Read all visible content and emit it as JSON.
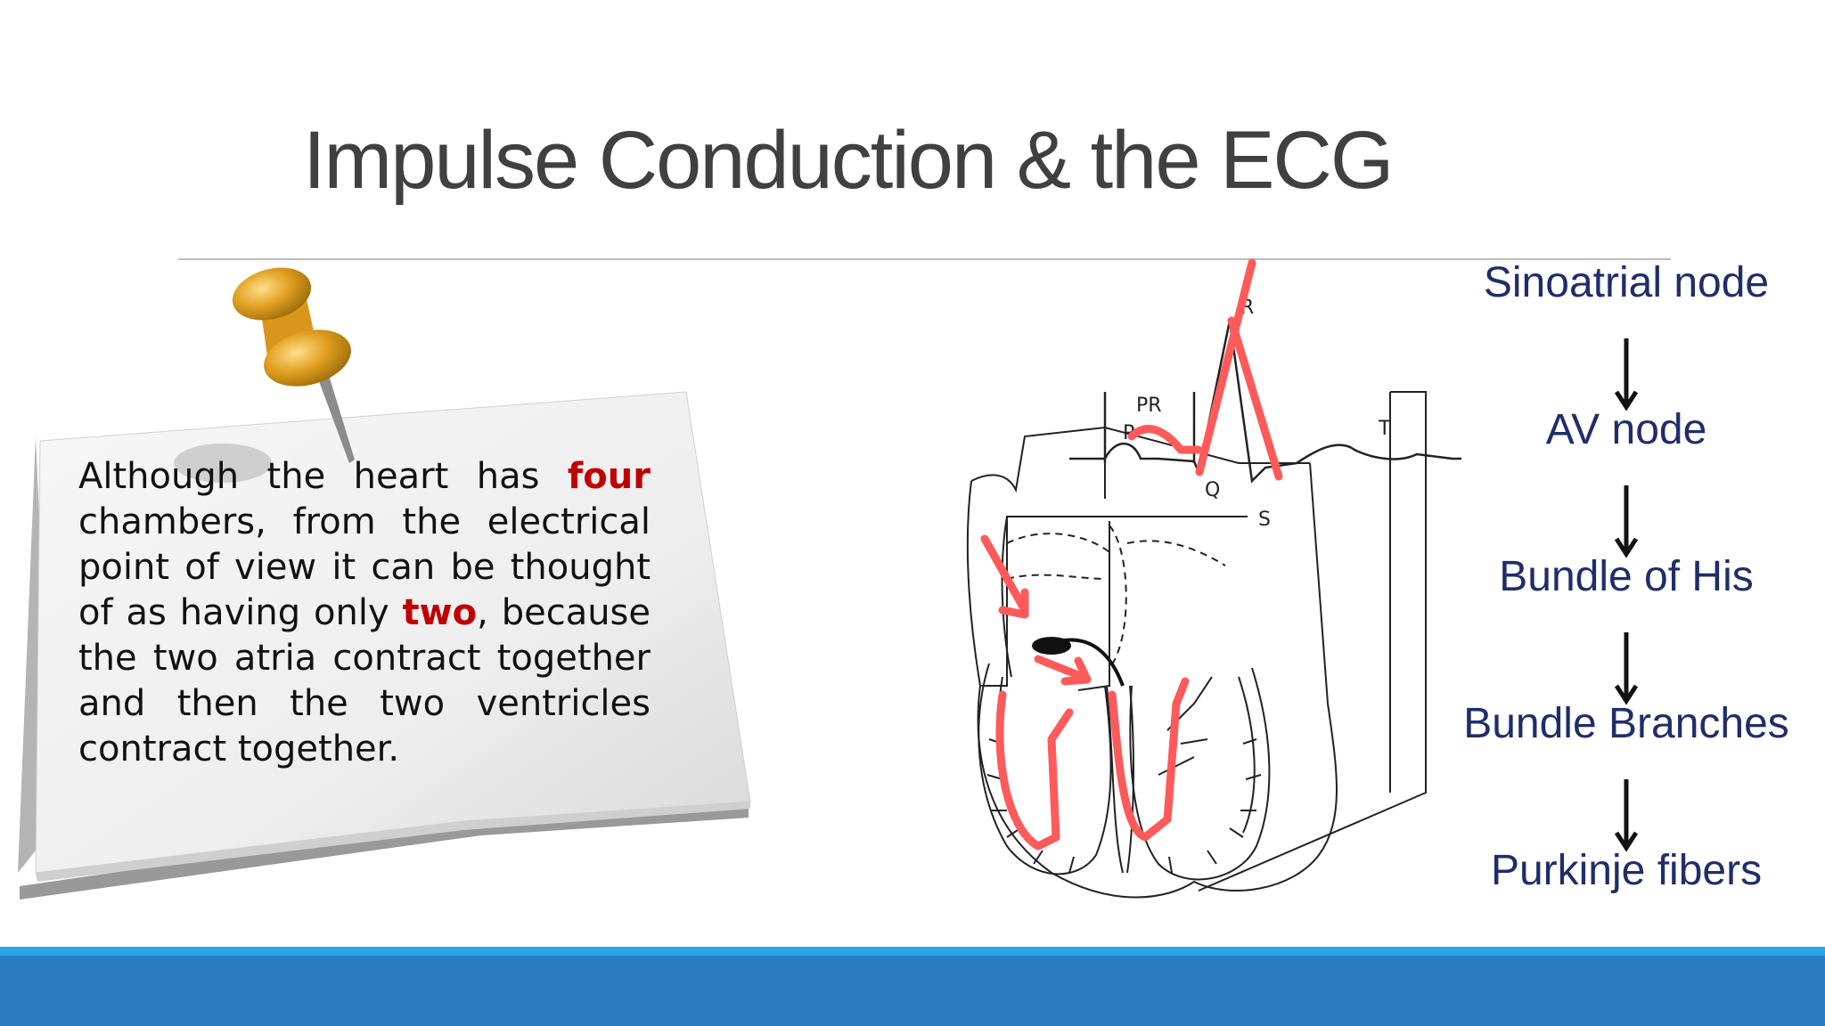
{
  "slide": {
    "title": "Impulse Conduction & the ECG"
  },
  "note": {
    "parts": [
      {
        "text": "Although the heart has ",
        "highlight": false
      },
      {
        "text": "four",
        "highlight": true
      },
      {
        "text": " chambers, from the electrical point of view it can be thought of as having only ",
        "highlight": false
      },
      {
        "text": "two",
        "highlight": true
      },
      {
        "text": ", because the two atria contract together and then the two ventricles contract together.",
        "highlight": false
      }
    ]
  },
  "ecg": {
    "labels": {
      "pr": "PR",
      "p": "P",
      "r": "R",
      "q": "Q",
      "s": "S",
      "t": "T"
    }
  },
  "conduction_chain": {
    "nodes": [
      "Sinoatrial node",
      "AV node",
      "Bundle of His",
      "Bundle Branches",
      "Purkinje fibers"
    ]
  },
  "colors": {
    "title": "#404040",
    "chain_text": "#1f2d6b",
    "highlight": "#c00000",
    "annotation_red": "#ff5a5a",
    "footer_bar": "#2b7cc0",
    "footer_line": "#2aa8e6"
  }
}
